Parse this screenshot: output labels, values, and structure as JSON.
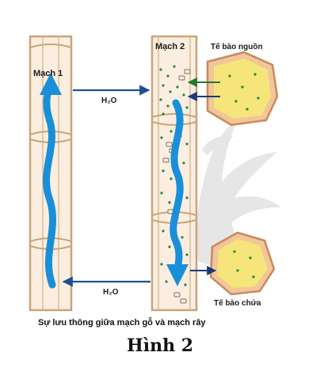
{
  "labels": {
    "vessel1": "Mạch 1",
    "vessel2": "Mạch 2",
    "source_cell": "Tế bào nguồn",
    "storage_cell": "Tế bào chứa",
    "water_top": "H₂O",
    "water_bottom": "H₂O"
  },
  "caption": "Sự lưu thông giữa mạch gỗ và mạch rây",
  "figure_label": "Hình 2",
  "colors": {
    "vessel_wall": "#c9a47c",
    "vessel_fill": "#fbeee0",
    "flow_arrow": "#1a8fd9",
    "cell_membrane": "#c98a5a",
    "cell_fill": "#f5e57a",
    "dots": "#1f8a3a",
    "arrow_blue_dark": "#1d4f93",
    "background_shadow": "#ececec"
  },
  "icons": {
    "flow": "curved-arrow",
    "transfer": "straight-arrow"
  }
}
